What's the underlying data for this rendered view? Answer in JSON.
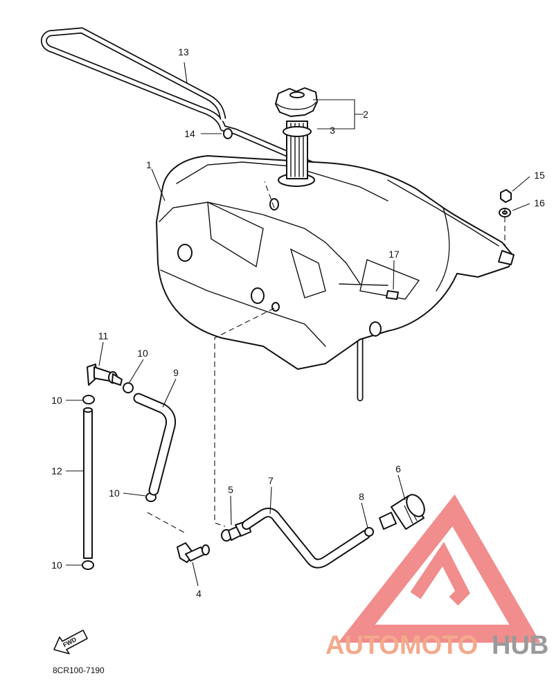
{
  "diagram": {
    "part_code": "8CR100-7190",
    "fwd_label": "FWD",
    "callouts": [
      {
        "id": "c1",
        "label": "1"
      },
      {
        "id": "c2",
        "label": "2"
      },
      {
        "id": "c3",
        "label": "3"
      },
      {
        "id": "c4",
        "label": "4"
      },
      {
        "id": "c5",
        "label": "5"
      },
      {
        "id": "c6",
        "label": "6"
      },
      {
        "id": "c7",
        "label": "7"
      },
      {
        "id": "c8",
        "label": "8"
      },
      {
        "id": "c9",
        "label": "9"
      },
      {
        "id": "c10a",
        "label": "10"
      },
      {
        "id": "c10b",
        "label": "10"
      },
      {
        "id": "c10c",
        "label": "10"
      },
      {
        "id": "c10d",
        "label": "10"
      },
      {
        "id": "c11",
        "label": "11"
      },
      {
        "id": "c12",
        "label": "12"
      },
      {
        "id": "c13",
        "label": "13"
      },
      {
        "id": "c14",
        "label": "14"
      },
      {
        "id": "c15",
        "label": "15"
      },
      {
        "id": "c16",
        "label": "16"
      },
      {
        "id": "c17",
        "label": "17"
      }
    ]
  },
  "watermark": {
    "text_primary": "AUTOMOTO",
    "text_secondary": "HUB",
    "colors": {
      "primary": "#f4a98c",
      "secondary": "#9a9a9a",
      "logo": "#ef7a7a"
    }
  }
}
